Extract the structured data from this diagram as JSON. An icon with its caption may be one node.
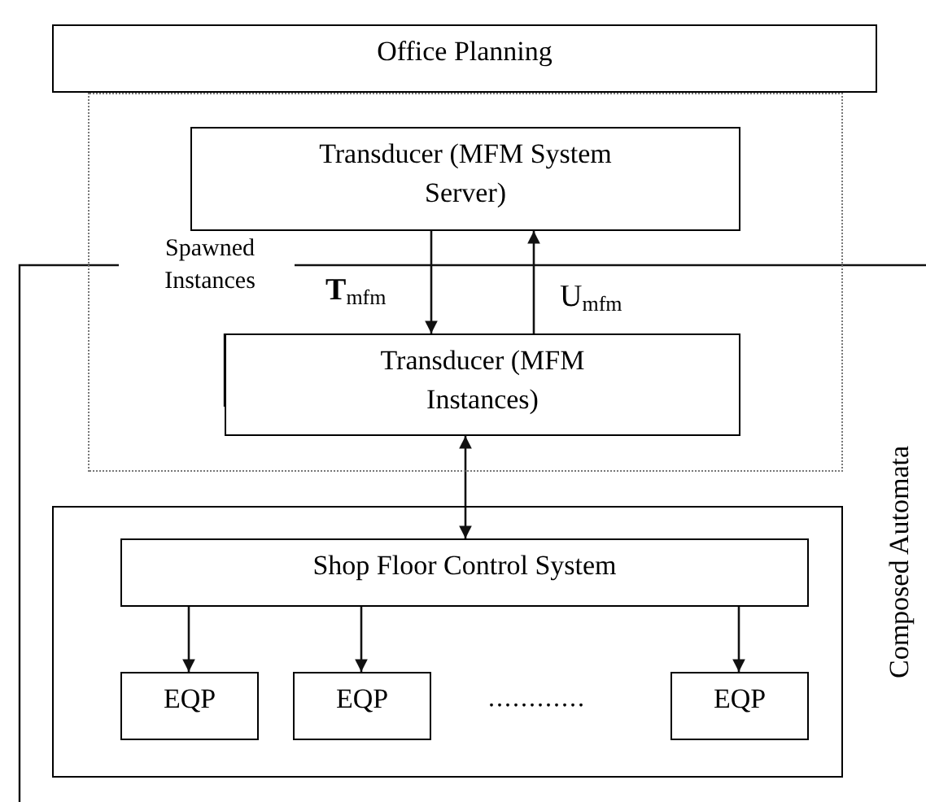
{
  "diagram": {
    "nodes": [
      {
        "text": [
          "Office Planning"
        ]
      },
      {
        "text": [],
        "shape": "box"
      },
      {
        "text": [
          "Transducer (MFM System Server)"
        ],
        "in": 1
      },
      {
        "text": [
          "Transducer (MFM Instances)"
        ],
        "in": 1
      },
      {
        "text": [],
        "shape": "box"
      },
      {
        "text": [
          "Shop Floor Control System"
        ],
        "in": 4
      },
      {
        "text": [
          "EQP"
        ],
        "in": 4
      },
      {
        "text": [
          "EQP"
        ],
        "in": 4
      },
      {
        "text": [
          "EQP"
        ],
        "in": 4
      }
    ],
    "edges": [
      {
        "from": 2,
        "to": 3,
        "arrow": "to",
        "label": "**T**$_{mfm}$"
      },
      {
        "from": 3,
        "to": 2,
        "arrow": "to",
        "label": "U$_{mfm}$"
      },
      {
        "from": 3,
        "to": 5,
        "arrow": "both"
      },
      {
        "from": 5,
        "to": 6,
        "arrow": "to"
      },
      {
        "from": 5,
        "to": 7,
        "arrow": "to"
      },
      {
        "from": 5,
        "to": 8,
        "arrow": "to"
      }
    ],
    "labels": [
      "Spawned Instances",
      "............",
      "Composed Automata"
    ]
  }
}
